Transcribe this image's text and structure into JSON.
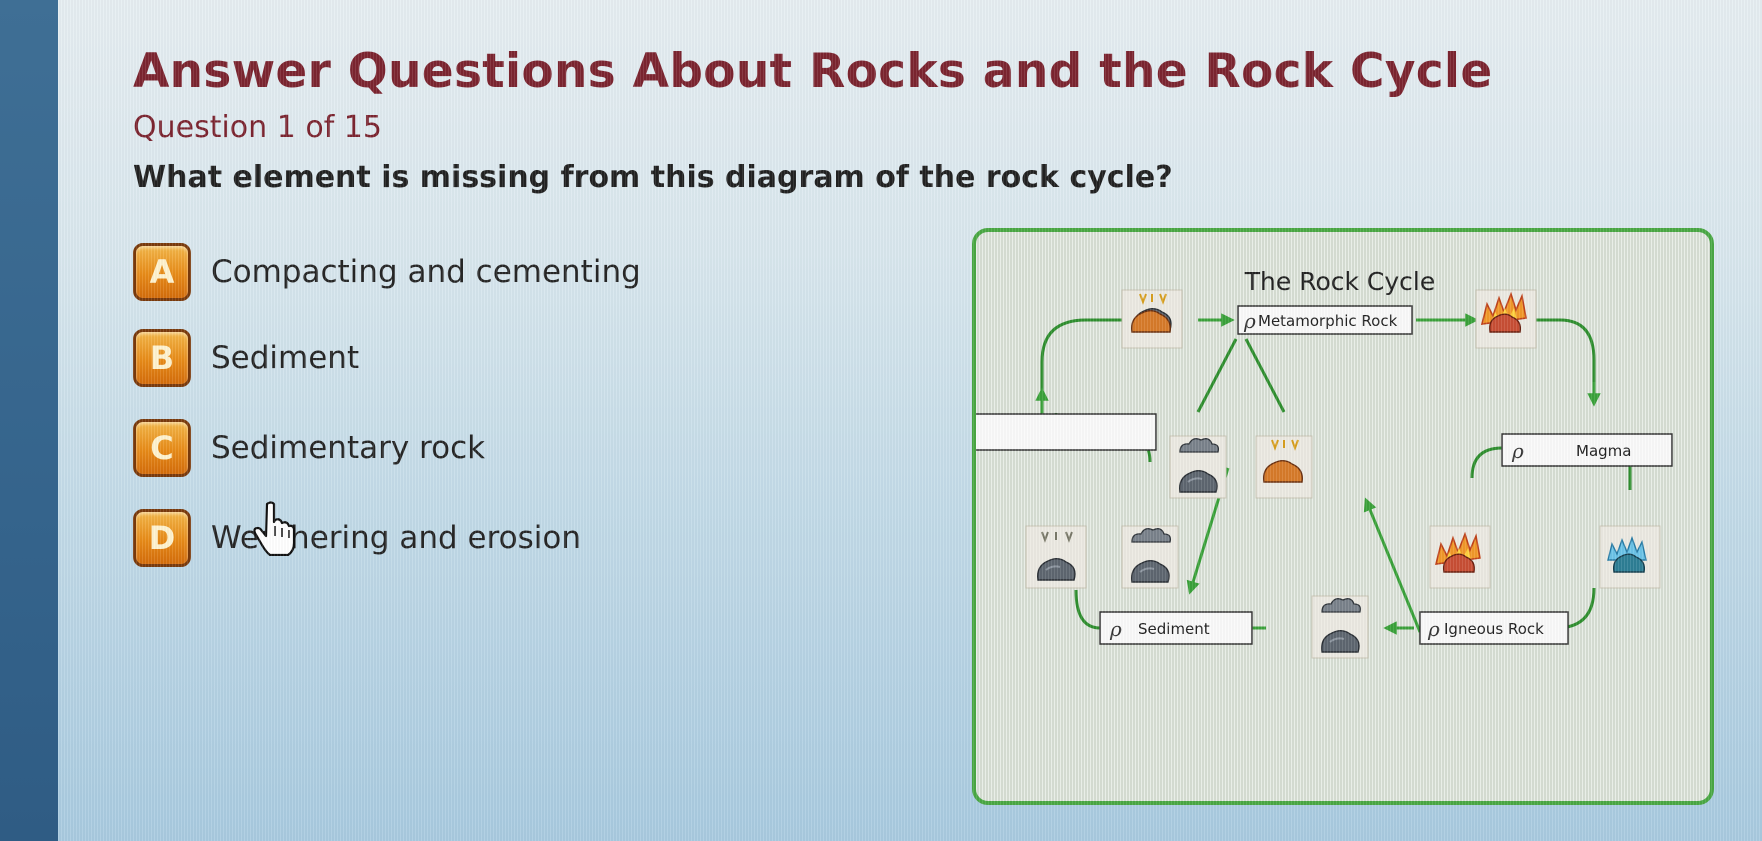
{
  "quiz": {
    "title": "Answer Questions About Rocks and the Rock Cycle",
    "counter": "Question 1 of 15",
    "question": "What element is missing from this diagram of the rock cycle?",
    "options": [
      {
        "letter": "A",
        "text": "Compacting and cementing"
      },
      {
        "letter": "B",
        "text": "Sediment"
      },
      {
        "letter": "C",
        "text": "Sedimentary rock"
      },
      {
        "letter": "D",
        "text": "Weathering and erosion"
      }
    ]
  },
  "diagram": {
    "title": "The Rock Cycle",
    "labels": {
      "metamorphic": "Metamorphic Rock",
      "magma": "Magma",
      "sediment": "Sediment",
      "igneous": "Igneous Rock",
      "missing": ""
    }
  },
  "colors": {
    "title": "#7c2530",
    "badge": "#e88b18",
    "arrow": "#3aa23a",
    "frame": "#4aa844"
  },
  "icons": [
    "pressure-heat-rock-icon",
    "fire-rock-icon",
    "weather-rock-icon",
    "water-rock-icon",
    "hand-cursor-icon",
    "magnifier-icon"
  ]
}
